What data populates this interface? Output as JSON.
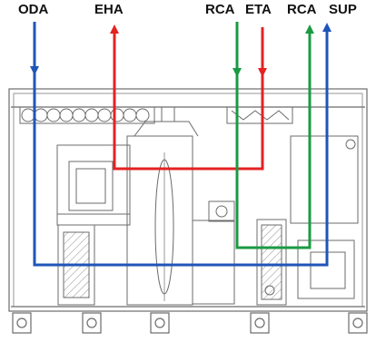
{
  "labels": {
    "oda": "ODA",
    "eha": "EHA",
    "rca_left": "RCA",
    "eta": "ETA",
    "rca_right": "RCA",
    "sup": "SUP"
  },
  "colors": {
    "outdoor_supply_path": "#1f55b8",
    "exhaust_path": "#e32222",
    "recirculation_path": "#1b9a43",
    "equipment_line": "#6b6b6b",
    "label_text": "#111111"
  },
  "flows": [
    {
      "from": "oda",
      "to": "sup",
      "color": "outdoor_supply_path",
      "direction": "in-then-out"
    },
    {
      "from": "eta",
      "to": "eha",
      "color": "exhaust_path",
      "direction": "in-then-out"
    },
    {
      "from": "rca_left",
      "to": "rca_right",
      "color": "recirculation_path",
      "direction": "in-then-out"
    }
  ]
}
